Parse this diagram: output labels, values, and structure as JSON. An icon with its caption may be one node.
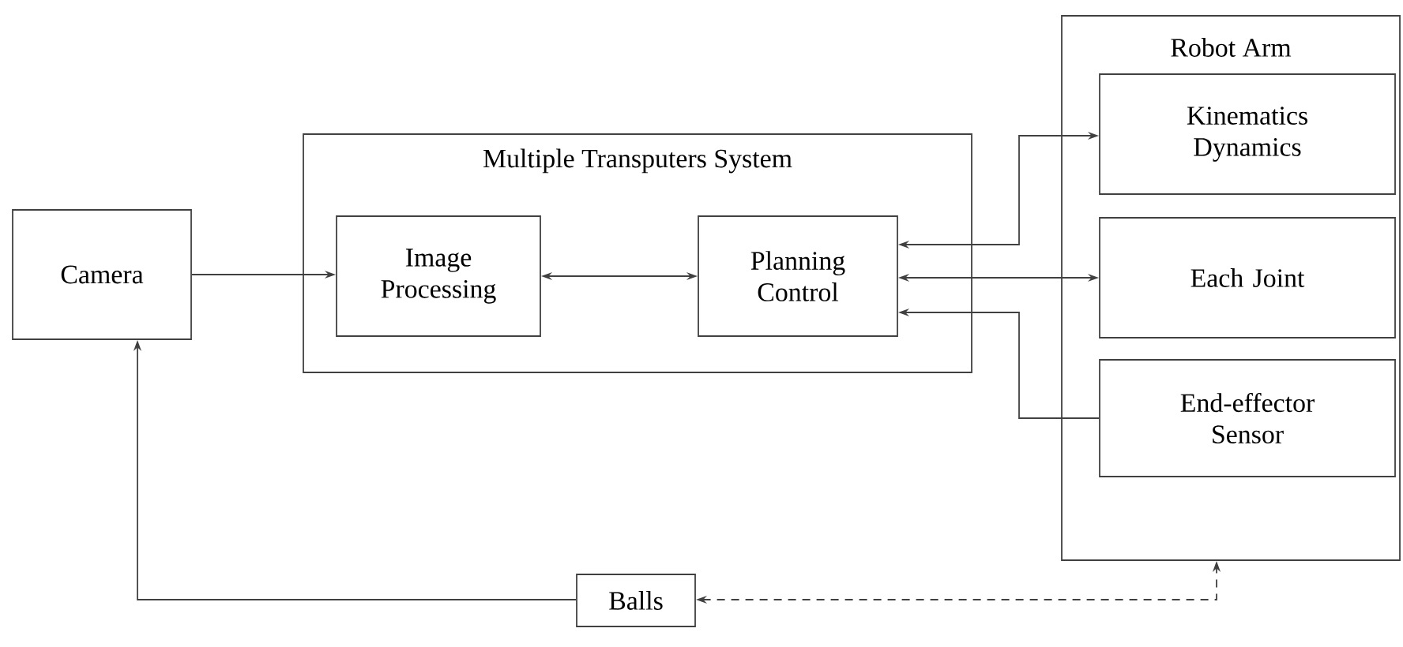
{
  "diagram": {
    "nodes": [
      {
        "text": [
          "Camera"
        ]
      },
      {
        "text": [
          "Multiple Transputers System"
        ]
      },
      {
        "text": [
          "Image Processing"
        ],
        "in": 1
      },
      {
        "text": [
          "Planning Control"
        ],
        "in": 1
      },
      {
        "text": [
          "Robot Arm"
        ]
      },
      {
        "text": [
          "Kinematics Dynamics"
        ],
        "in": 4
      },
      {
        "text": [
          "Each Joint"
        ],
        "in": 4
      },
      {
        "text": [
          "End-effector Sensor"
        ],
        "in": 4
      },
      {
        "text": [
          "Balls"
        ]
      }
    ],
    "edges": [
      {
        "from": 0,
        "to": 2,
        "arrow": "to"
      },
      {
        "from": 2,
        "to": 3,
        "arrow": "both"
      },
      {
        "from": 3,
        "to": 5,
        "arrow": "both"
      },
      {
        "from": 3,
        "to": 6,
        "arrow": "both"
      },
      {
        "from": 7,
        "to": 3,
        "arrow": "to"
      },
      {
        "from": 8,
        "to": 0,
        "arrow": "to"
      },
      {
        "from": 8,
        "to": 4,
        "arrow": "both",
        "style": "dashed"
      }
    ]
  }
}
